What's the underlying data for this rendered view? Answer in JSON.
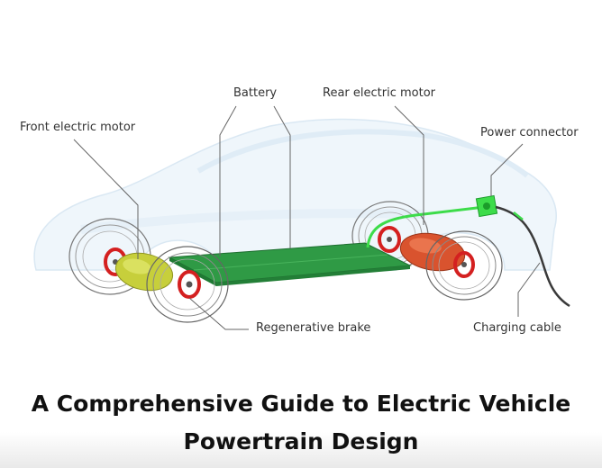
{
  "labels": {
    "battery": "Battery",
    "rear_motor": "Rear electric motor",
    "front_motor": "Front electric motor",
    "power_connector": "Power connector",
    "regen_brake": "Regenerative brake",
    "charging_cable": "Charging cable"
  },
  "title": {
    "line1": "A Comprehensive Guide to Electric Vehicle",
    "line2": "Powertrain Design"
  },
  "colors": {
    "battery": "#2f9a45",
    "front_motor": "#c7cf3b",
    "rear_motor": "#d9532e",
    "brake_disc": "#d42020",
    "connector": "#3ddc4a",
    "cable": "#3a3a3a",
    "car_body": "#cfe4f2"
  }
}
